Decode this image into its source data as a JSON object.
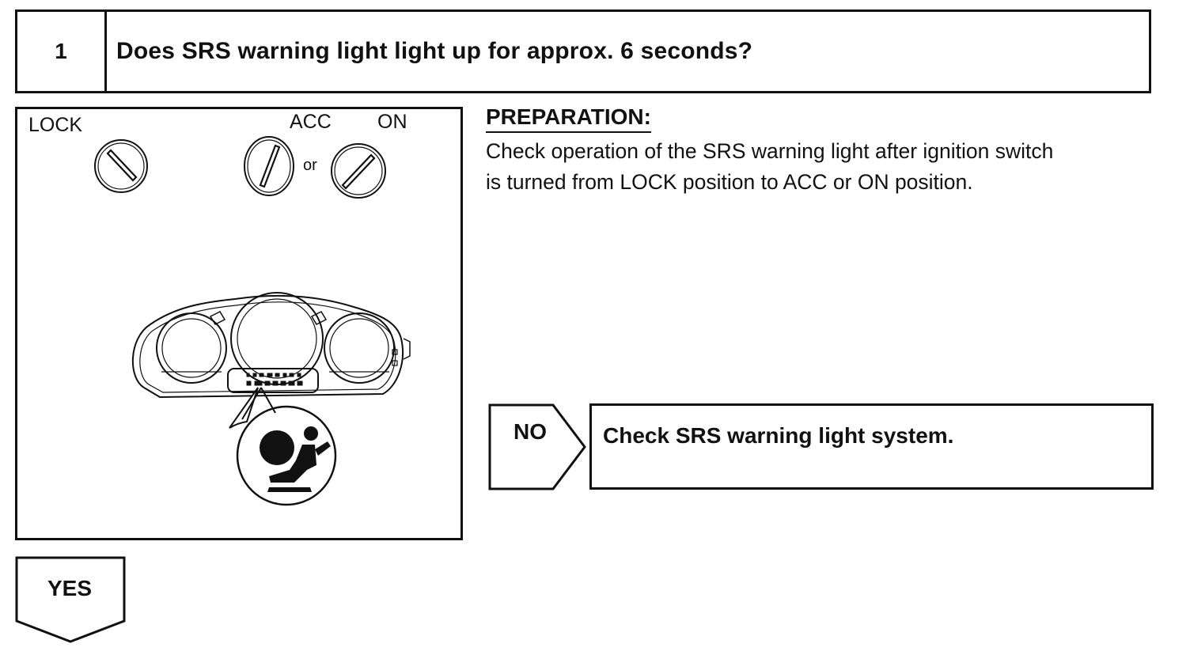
{
  "step": {
    "number": "1",
    "question": "Does SRS warning light light up for approx. 6 seconds?"
  },
  "illustration": {
    "label_lock": "LOCK",
    "label_acc": "ACC",
    "label_on": "ON",
    "label_or": "or",
    "icons": [
      "ignition-key-lock-icon",
      "ignition-key-acc-icon",
      "ignition-key-on-icon",
      "instrument-cluster-icon",
      "srs-airbag-warning-icon"
    ]
  },
  "preparation": {
    "heading": "PREPARATION:",
    "line1": "Check operation of the SRS warning light after ignition switch",
    "line2": "is turned from LOCK position to ACC or ON position."
  },
  "no_branch": {
    "label": "NO",
    "action": "Check SRS warning light system."
  },
  "yes_branch": {
    "label": "YES"
  }
}
